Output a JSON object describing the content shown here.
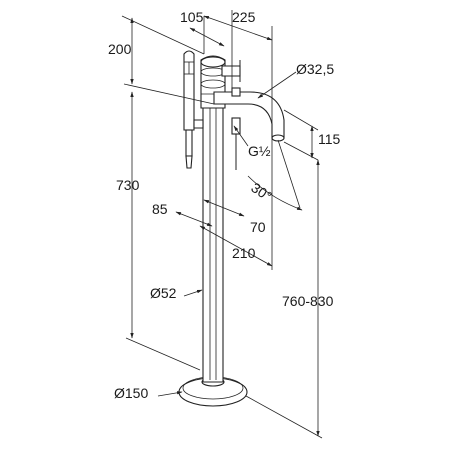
{
  "drawing": {
    "dimensions": {
      "d105": "105",
      "d225": "225",
      "d200": "200",
      "d32_5": "Ø32,5",
      "d115": "115",
      "g12": "G½",
      "d30": "30°",
      "d730": "730",
      "d85": "85",
      "d70": "70",
      "d210": "210",
      "d52": "Ø52",
      "d760_830": "760-830",
      "d150": "Ø150"
    },
    "colors": {
      "line": "#222222",
      "background": "#ffffff"
    }
  }
}
